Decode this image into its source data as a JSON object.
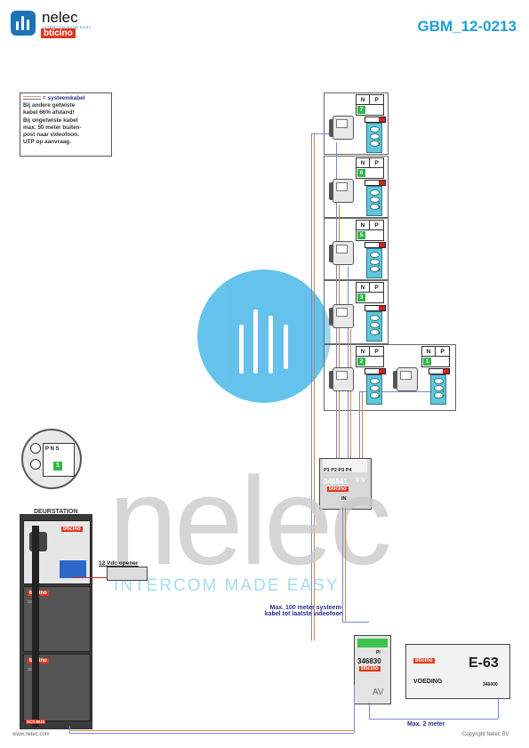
{
  "header": {
    "brand": "nelec",
    "brand_sub": "INTERCOM MADE EASY",
    "partner": "bticino",
    "doc_id": "GBM_12-0213"
  },
  "note": {
    "title": "= systeemkabel",
    "lines": [
      "Bij andere getwiste",
      "kabel 66% afstand!",
      "Bij ongetwiste kabel",
      "max. 50 meter buiten-",
      "post naar videofoon.",
      "UTP op aanvraag."
    ]
  },
  "apartments": [
    {
      "n": "N",
      "p": "P",
      "num": "7"
    },
    {
      "n": "N",
      "p": "P",
      "num": "6"
    },
    {
      "n": "N",
      "p": "P",
      "num": "5"
    },
    {
      "n": "N",
      "p": "P",
      "num": "3"
    },
    {
      "n": "N",
      "p": "P",
      "num": "2"
    },
    {
      "n": "N",
      "p": "P",
      "num": "1"
    }
  ],
  "terminal_labels": [
    "1",
    "2"
  ],
  "distributor": {
    "model": "346841",
    "brand": "bticino",
    "ports": [
      "P1",
      "P2",
      "P3",
      "P4"
    ],
    "vv": "V V",
    "in": "IN"
  },
  "doorstation": {
    "title": "DEURSTATION",
    "brand": "bticino",
    "model": "3240",
    "bottom_tag": "SCS-BUS"
  },
  "door_zoom": {
    "labels": [
      "P",
      "N",
      "S"
    ],
    "num": "1"
  },
  "opener": {
    "label": "12 Vdc opener"
  },
  "max100": {
    "line1": "Max. 100 meter systeem-",
    "line2": "kabel tot laatste videofoon"
  },
  "av_module": {
    "model": "346830",
    "brand": "bticino",
    "pi": "PI",
    "av": "AV"
  },
  "psu": {
    "brand": "bticino",
    "model": "E-63",
    "label": "VOEDING",
    "code": "346000"
  },
  "max2": "Max. 2 meter",
  "watermark": {
    "word": "nelec",
    "tag": "INTERCOM MADE EASY"
  },
  "footer": {
    "left": "www.nelec.com",
    "right": "Copyright Nelec BV"
  },
  "colors": {
    "accent": "#1b9fd8",
    "cable_blue": "#7b86d6",
    "cable_orange": "#c98b3a",
    "terminal": "#5fc7d9",
    "green": "#2fb84a",
    "bticino_red": "#e2381d"
  }
}
